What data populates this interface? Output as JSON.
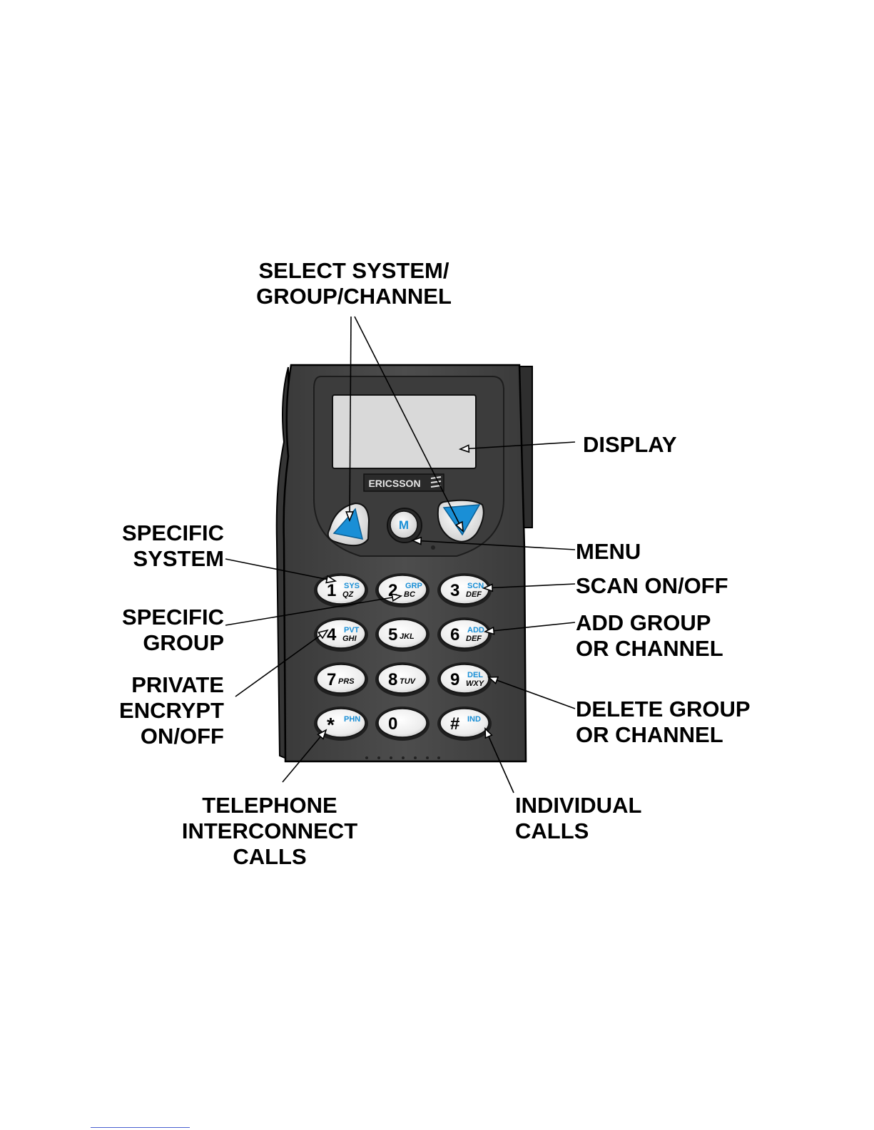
{
  "callouts": {
    "select_system_group_channel": [
      "SELECT SYSTEM/",
      "GROUP/CHANNEL"
    ],
    "display": [
      "DISPLAY"
    ],
    "menu": [
      "MENU"
    ],
    "scan_on_off": [
      "SCAN ON/OFF"
    ],
    "add_group_or_channel": [
      "ADD GROUP",
      "OR CHANNEL"
    ],
    "delete_group_or_channel": [
      "DELETE GROUP",
      "OR CHANNEL"
    ],
    "individual_calls": [
      "INDIVIDUAL",
      "CALLS"
    ],
    "telephone_interconnect_calls": [
      "TELEPHONE",
      "INTERCONNECT",
      "CALLS"
    ],
    "private_encrypt_on_off": [
      "PRIVATE",
      "ENCRYPT",
      "ON/OFF"
    ],
    "specific_group": [
      "SPECIFIC",
      "GROUP"
    ],
    "specific_system": [
      "SPECIFIC",
      "SYSTEM"
    ]
  },
  "radio": {
    "brand": "ERICSSON",
    "menu_key": "M",
    "colors": {
      "body": "#4a4a4a",
      "body_dark": "#2e2e2e",
      "display": "#d9d9d9",
      "key": "#f4f4f4",
      "accent": "#1a8fd6"
    },
    "keys": [
      {
        "num": "1",
        "func": "SYS",
        "letters": "QZ"
      },
      {
        "num": "2",
        "func": "GRP",
        "letters": "BC"
      },
      {
        "num": "3",
        "func": "SCN",
        "letters": "DEF"
      },
      {
        "num": "4",
        "func": "PVT",
        "letters": "GHI"
      },
      {
        "num": "5",
        "func": "",
        "letters": "JKL"
      },
      {
        "num": "6",
        "func": "ADD",
        "letters": "DEF"
      },
      {
        "num": "7",
        "func": "",
        "letters": "PRS"
      },
      {
        "num": "8",
        "func": "",
        "letters": "TUV"
      },
      {
        "num": "9",
        "func": "DEL",
        "letters": "WXY"
      },
      {
        "num": "*",
        "func": "PHN",
        "letters": ""
      },
      {
        "num": "0",
        "func": "",
        "letters": ""
      },
      {
        "num": "#",
        "func": "IND",
        "letters": ""
      }
    ]
  }
}
